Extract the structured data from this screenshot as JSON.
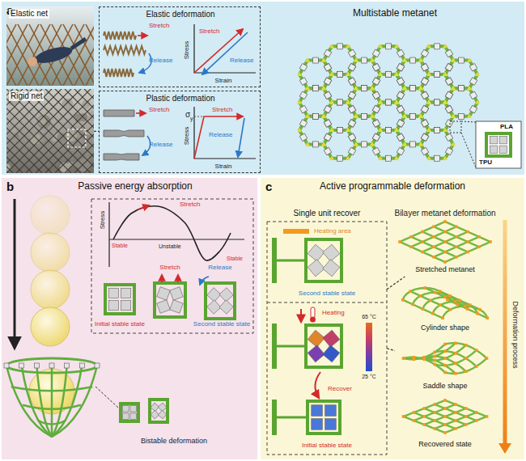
{
  "diagram": {
    "nodes": [
      {
        "text": [
          "a"
        ]
      },
      {
        "text": [
          "Elastic net"
        ],
        "in": 0
      },
      {
        "text": [
          "Elastic deformation"
        ],
        "in": 0
      },
      {
        "text": [
          "Rigid net"
        ],
        "in": 0
      },
      {
        "text": [
          "Plastic deformation"
        ],
        "in": 0
      },
      {
        "text": [
          "Multistable metanet"
        ],
        "in": 0
      },
      {
        "text": [
          "PLA",
          "TPU"
        ],
        "in": 5
      },
      {
        "text": [
          "b",
          "Passive energy absorption"
        ]
      },
      {
        "text": [
          "c",
          "Active programmable deformation"
        ]
      },
      {
        "text": [
          "Single unit recover"
        ],
        "in": 8
      },
      {
        "text": [
          "Stretched metanet"
        ],
        "in": 8
      },
      {
        "text": [
          "Cylinder shape"
        ],
        "in": 8
      },
      {
        "text": [
          "Saddle shape"
        ],
        "in": 8
      },
      {
        "text": [
          "Recovered state"
        ],
        "in": 8
      }
    ],
    "edges": [
      {
        "from": 3,
        "to": 4,
        "arrow": "none"
      },
      {
        "from": 9,
        "to": 10,
        "arrow": "none"
      },
      {
        "from": 9,
        "to": 12,
        "arrow": "none"
      }
    ],
    "labels": [
      "Stretch",
      "Release",
      "Stress",
      "Strain",
      "Stretch",
      "Release",
      "Stretch",
      "Release",
      "σ",
      "y",
      "Stress",
      "Strain",
      "Stretch",
      "Release",
      "Stress",
      "Stretch",
      "Stable",
      "Unstable",
      "Stable",
      "Stretch",
      "Release",
      "Initial stable state",
      "Second stable state",
      "Bistable deformation",
      "Bilayer metanet deformation",
      "Heating area",
      "Second stable state",
      "Heating",
      "65 °C",
      "25 °C",
      "Recover",
      "Initial stable state",
      "Deformation process"
    ]
  }
}
